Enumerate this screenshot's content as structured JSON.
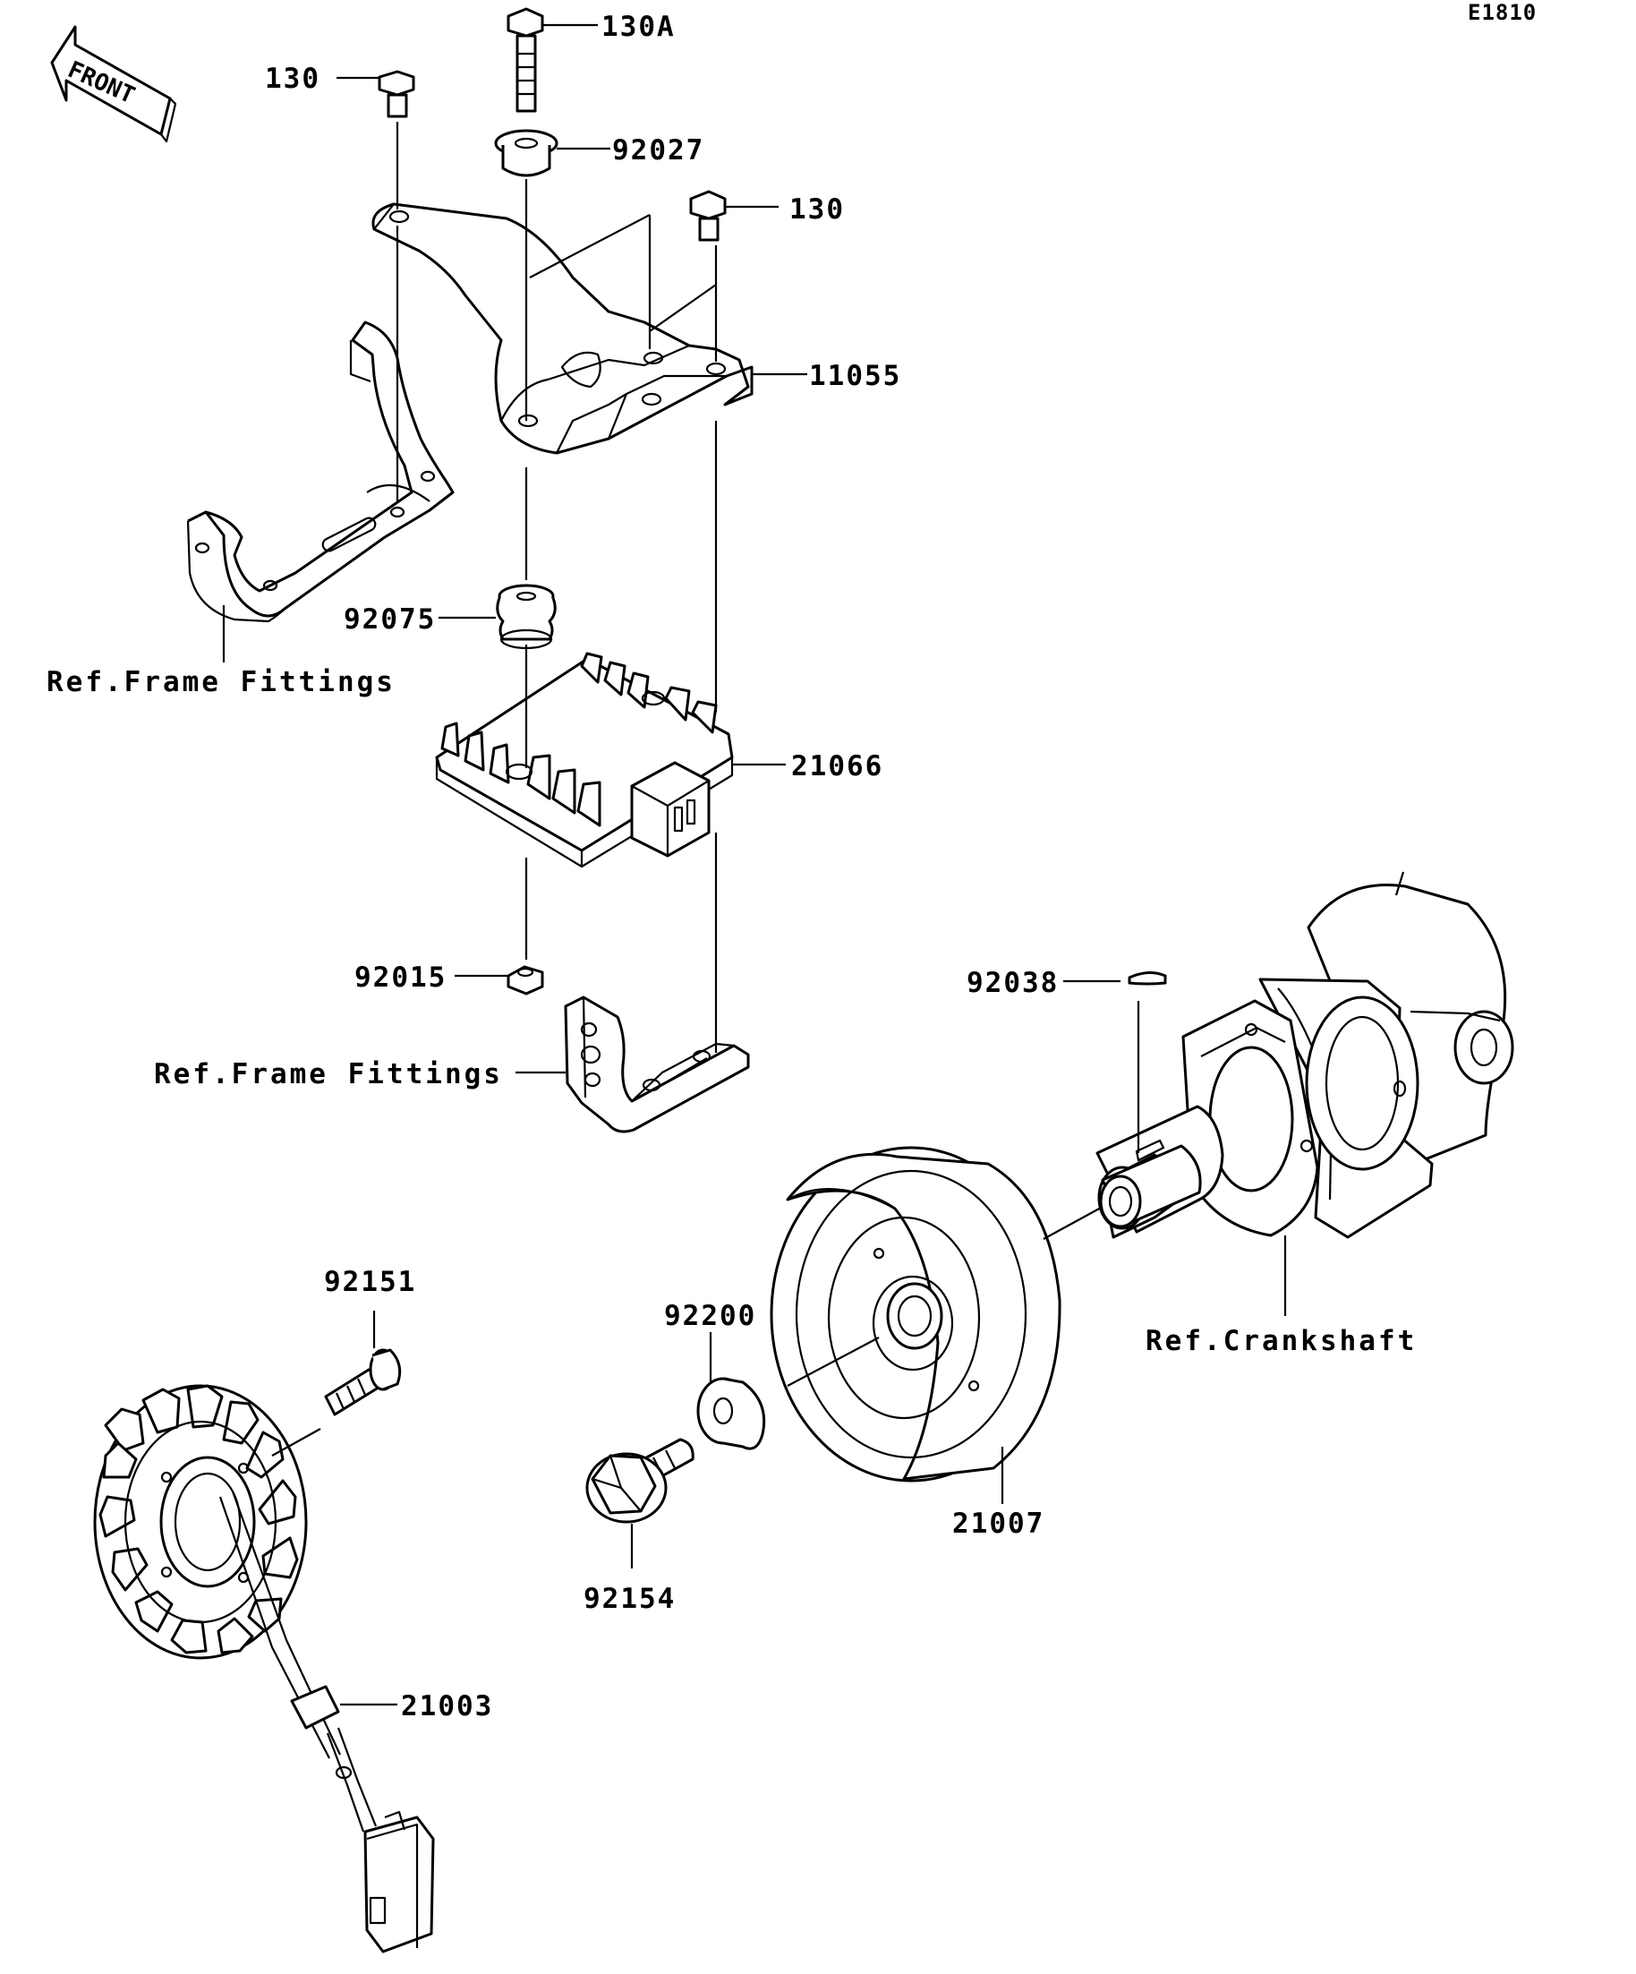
{
  "diagram_code": "E1810",
  "front_label": "FRONT",
  "labels": {
    "p130a": "130A",
    "p130_left": "130",
    "p130_right": "130",
    "p92027": "92027",
    "p11055": "11055",
    "p92075": "92075",
    "p21066": "21066",
    "p92015": "92015",
    "p92038": "92038",
    "p92151": "92151",
    "p92200": "92200",
    "p92154": "92154",
    "p21007": "21007",
    "p21003": "21003"
  },
  "references": {
    "frame_fittings_upper": "Ref.Frame Fittings",
    "frame_fittings_lower": "Ref.Frame Fittings",
    "crankshaft": "Ref.Crankshaft"
  }
}
